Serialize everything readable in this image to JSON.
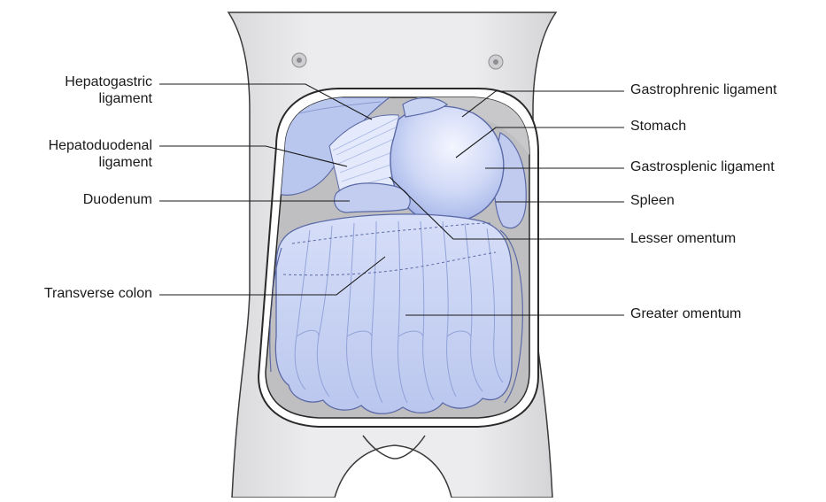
{
  "labels_left": [
    {
      "id": "hepatogastric",
      "lines": [
        "Hepatogastric",
        "ligament"
      ]
    },
    {
      "id": "hepatoduodenal",
      "lines": [
        "Hepatoduodenal",
        "ligament"
      ]
    },
    {
      "id": "duodenum",
      "lines": [
        "Duodenum"
      ]
    },
    {
      "id": "transverse-colon",
      "lines": [
        "Transverse colon"
      ]
    }
  ],
  "labels_right": [
    {
      "id": "gastrophrenic",
      "lines": [
        "Gastrophrenic ligament"
      ]
    },
    {
      "id": "stomach",
      "lines": [
        "Stomach"
      ]
    },
    {
      "id": "gastrosplenic",
      "lines": [
        "Gastrosplenic ligament"
      ]
    },
    {
      "id": "spleen",
      "lines": [
        "Spleen"
      ]
    },
    {
      "id": "lesser-omentum",
      "lines": [
        "Lesser omentum"
      ]
    },
    {
      "id": "greater-omentum",
      "lines": [
        "Greater omentum"
      ]
    }
  ],
  "colors": {
    "skin": "#e6e6e8",
    "skin_outline": "#3a3a3a",
    "cavity": "#bfbfc2",
    "organ": "#c9d3f2",
    "organ_light": "#dfe6fb",
    "organ_outline": "#5b6aa6",
    "leader_line": "#1a1a1a"
  }
}
